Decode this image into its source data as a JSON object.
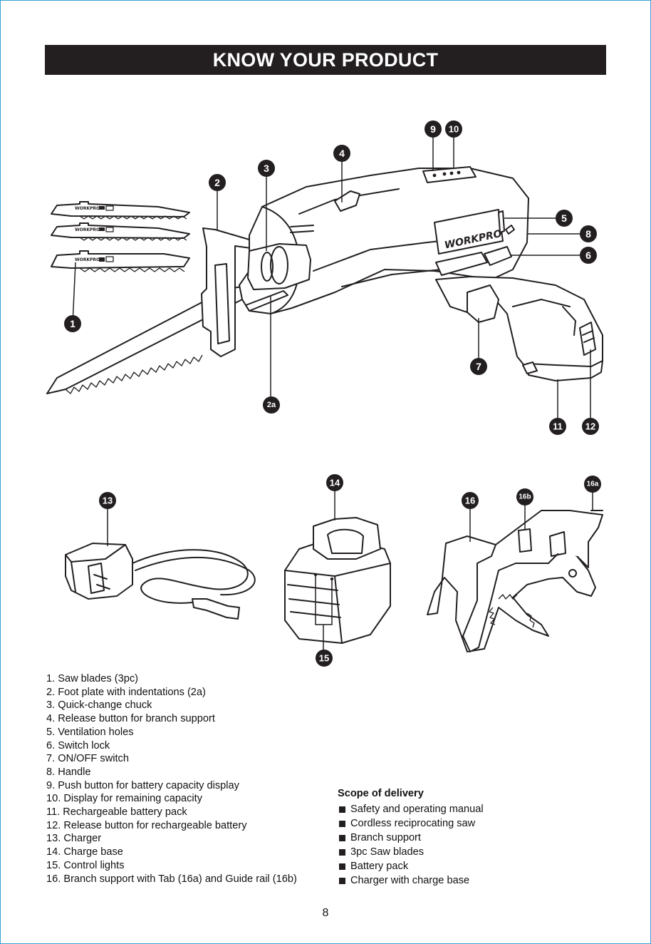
{
  "header": {
    "title": "KNOW YOUR PRODUCT"
  },
  "brand": {
    "name": "WORKPRO"
  },
  "callouts": {
    "c1": "1",
    "c2": "2",
    "c2a": "2a",
    "c3": "3",
    "c4": "4",
    "c5": "5",
    "c6": "6",
    "c7": "7",
    "c8": "8",
    "c9": "9",
    "c10": "10",
    "c11": "11",
    "c12": "12",
    "c13": "13",
    "c14": "14",
    "c15": "15",
    "c16": "16",
    "c16a": "16a",
    "c16b": "16b"
  },
  "parts": [
    "1. Saw blades (3pc)",
    "2. Foot plate with indentations (2a)",
    "3. Quick-change chuck",
    "4. Release button for branch support",
    "5. Ventilation holes",
    "6. Switch lock",
    "7. ON/OFF switch",
    "8. Handle",
    "9. Push button for battery capacity display",
    "10. Display for remaining capacity",
    "11. Rechargeable battery pack",
    "12. Release button for rechargeable battery",
    "13. Charger",
    "14. Charge base",
    "15. Control lights",
    "16. Branch support with Tab (16a) and Guide rail (16b)"
  ],
  "scope": {
    "title": "Scope of delivery",
    "items": [
      "Safety and operating manual",
      "Cordless reciprocating saw",
      "Branch support",
      "3pc Saw blades",
      "Battery pack",
      "Charger with charge base"
    ]
  },
  "footer": {
    "page_number": "8"
  },
  "colors": {
    "header_bg": "#231f20",
    "frame": "#3aa0d8",
    "ink": "#231f20"
  }
}
